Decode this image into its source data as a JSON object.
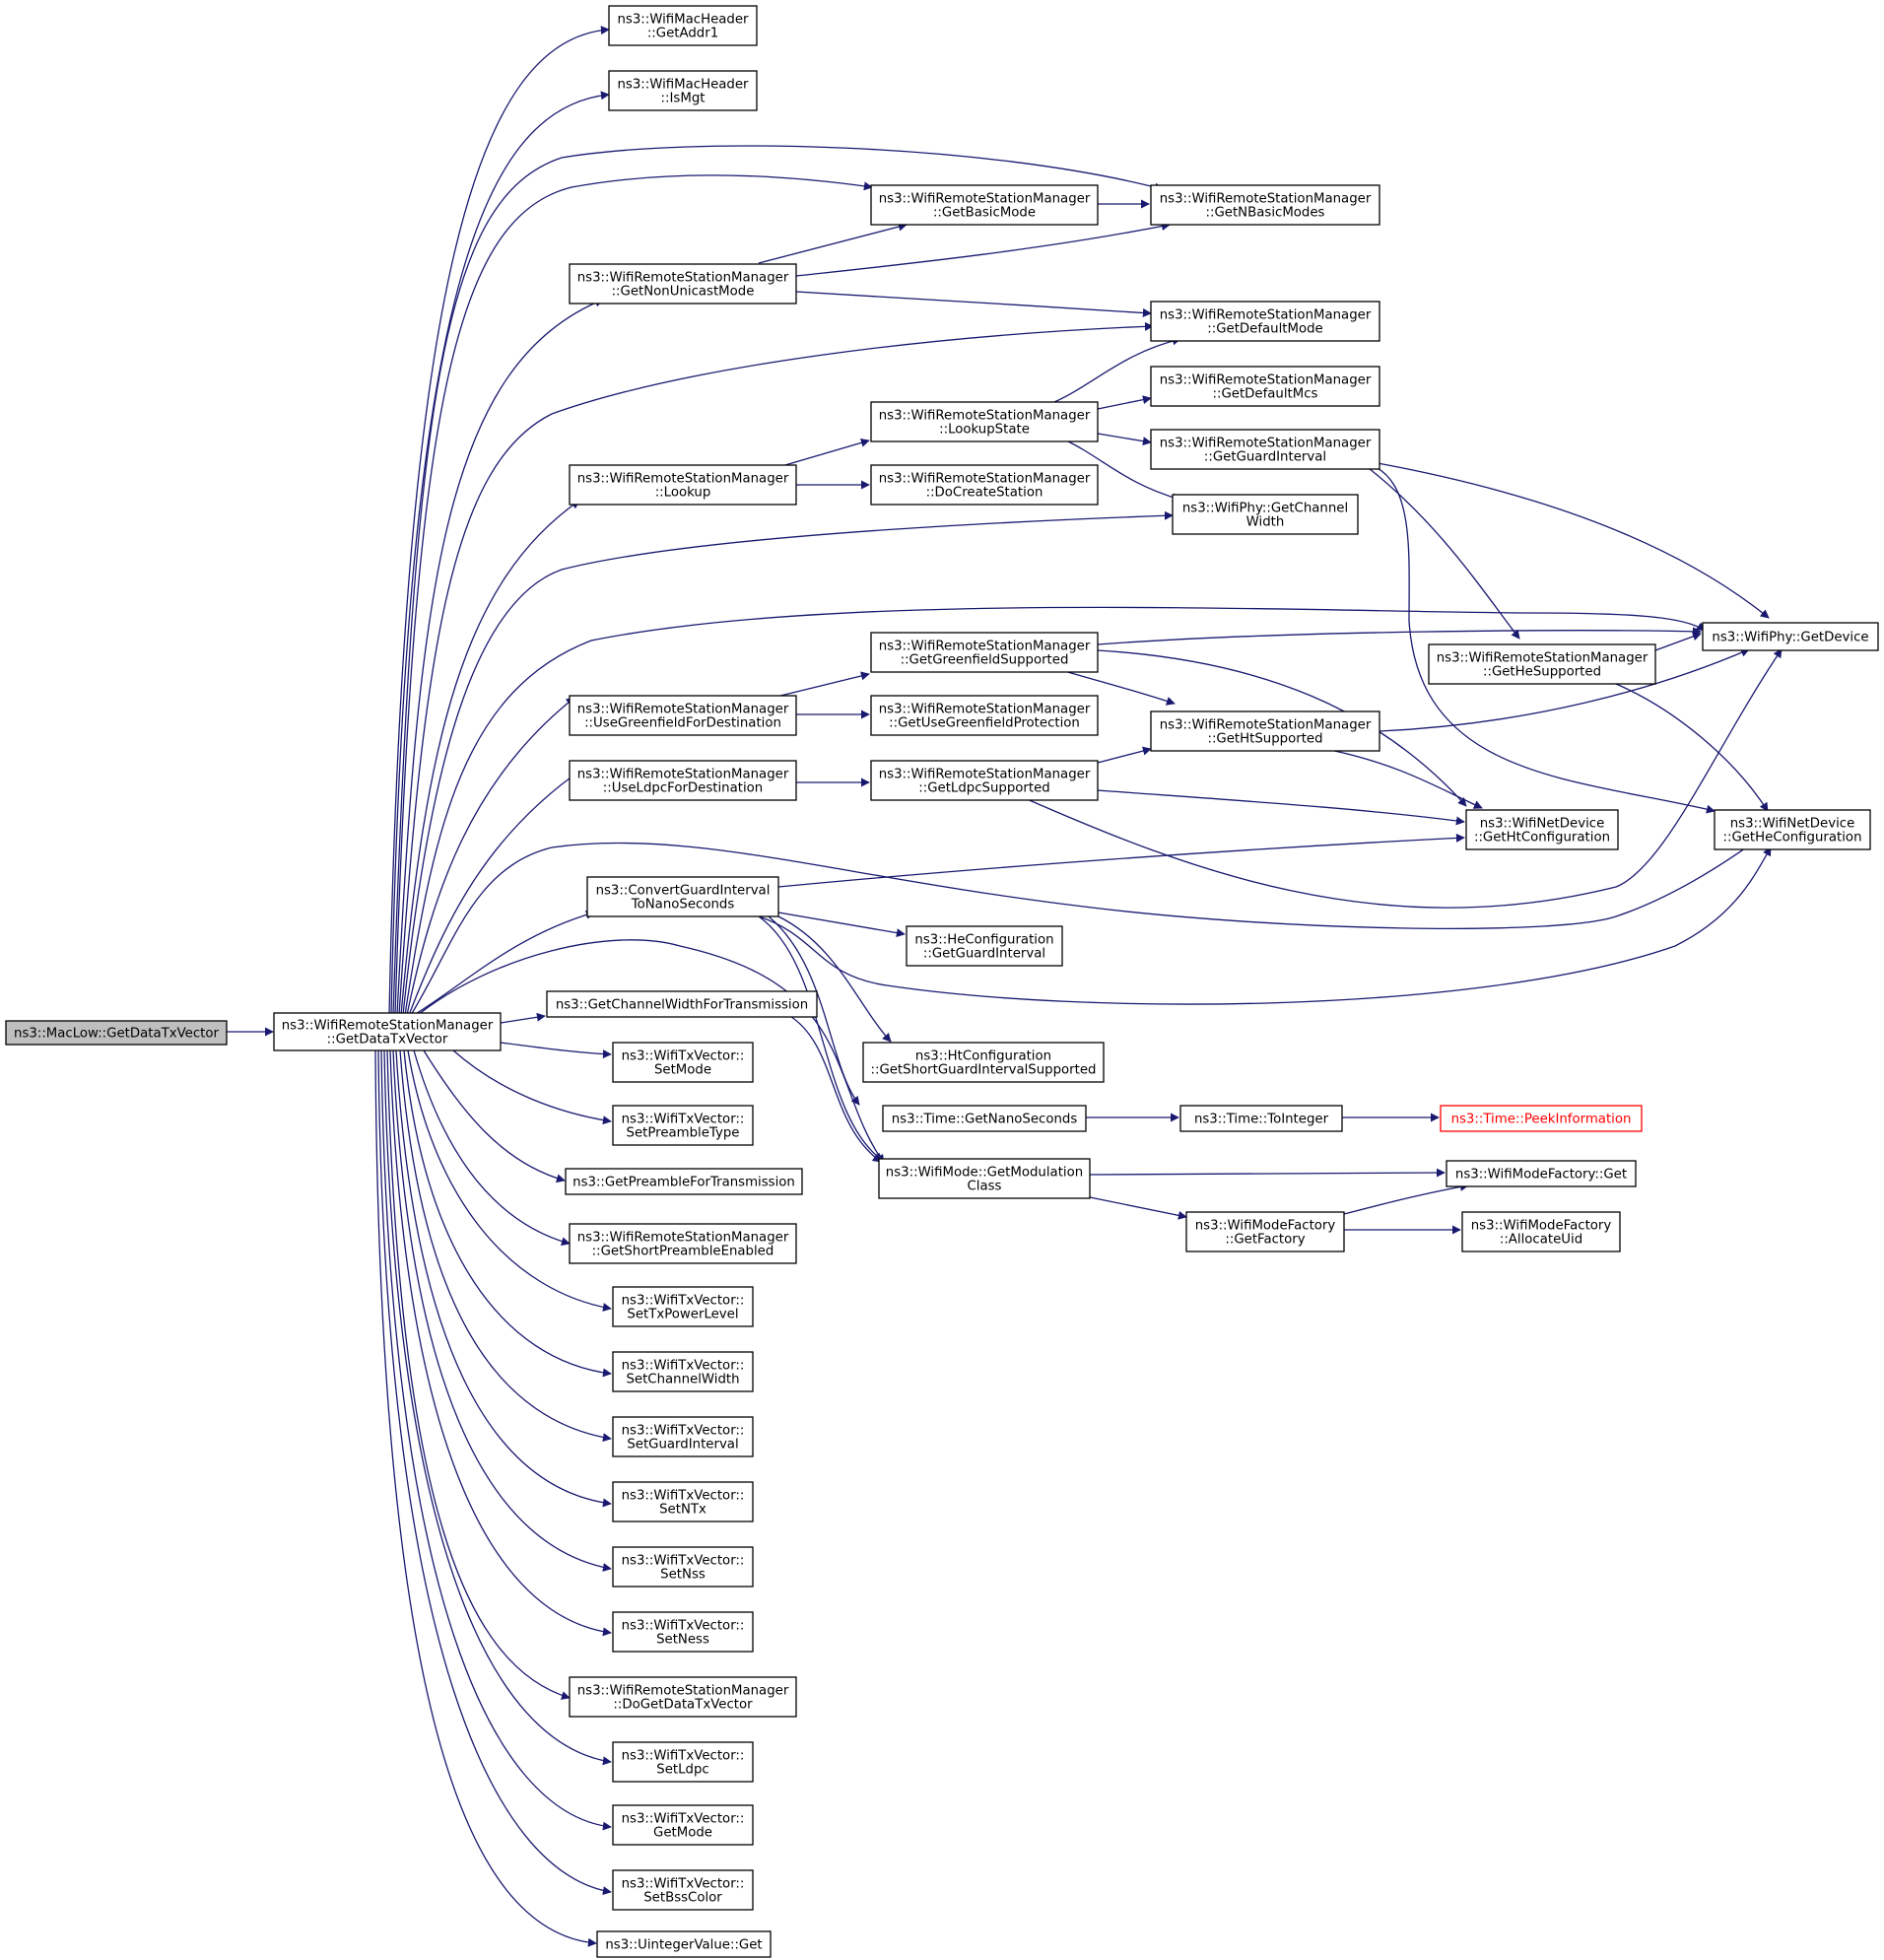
{
  "colors": {
    "edge": "#191970",
    "root_fill": "#bfbfbf",
    "truncated_border": "#ff0000"
  },
  "nodes": [
    {
      "id": "n_maclow",
      "lines": [
        "ns3::MacLow::GetDataTxVector"
      ],
      "style": "root"
    },
    {
      "id": "n_getdatatx",
      "lines": [
        "ns3::WifiRemoteStationManager",
        "::GetDataTxVector"
      ]
    },
    {
      "id": "n_addr1",
      "lines": [
        "ns3::WifiMacHeader",
        "::GetAddr1"
      ]
    },
    {
      "id": "n_ismgt",
      "lines": [
        "ns3::WifiMacHeader",
        "::IsMgt"
      ]
    },
    {
      "id": "n_basicmode",
      "lines": [
        "ns3::WifiRemoteStationManager",
        "::GetBasicMode"
      ]
    },
    {
      "id": "n_nbasic",
      "lines": [
        "ns3::WifiRemoteStationManager",
        "::GetNBasicModes"
      ]
    },
    {
      "id": "n_nonunicast",
      "lines": [
        "ns3::WifiRemoteStationManager",
        "::GetNonUnicastMode"
      ]
    },
    {
      "id": "n_defmode",
      "lines": [
        "ns3::WifiRemoteStationManager",
        "::GetDefaultMode"
      ]
    },
    {
      "id": "n_defmcs",
      "lines": [
        "ns3::WifiRemoteStationManager",
        "::GetDefaultMcs"
      ]
    },
    {
      "id": "n_lookupstate",
      "lines": [
        "ns3::WifiRemoteStationManager",
        "::LookupState"
      ]
    },
    {
      "id": "n_guard",
      "lines": [
        "ns3::WifiRemoteStationManager",
        "::GetGuardInterval"
      ]
    },
    {
      "id": "n_lookup",
      "lines": [
        "ns3::WifiRemoteStationManager",
        "::Lookup"
      ]
    },
    {
      "id": "n_docreate",
      "lines": [
        "ns3::WifiRemoteStationManager",
        "::DoCreateStation"
      ]
    },
    {
      "id": "n_chanwidth",
      "lines": [
        "ns3::WifiPhy::GetChannel",
        "Width"
      ]
    },
    {
      "id": "n_getdevice",
      "lines": [
        "ns3::WifiPhy::GetDevice"
      ]
    },
    {
      "id": "n_greenfield",
      "lines": [
        "ns3::WifiRemoteStationManager",
        "::GetGreenfieldSupported"
      ]
    },
    {
      "id": "n_hesupp",
      "lines": [
        "ns3::WifiRemoteStationManager",
        "::GetHeSupported"
      ]
    },
    {
      "id": "n_usegreen",
      "lines": [
        "ns3::WifiRemoteStationManager",
        "::UseGreenfieldForDestination"
      ]
    },
    {
      "id": "n_greenprot",
      "lines": [
        "ns3::WifiRemoteStationManager",
        "::GetUseGreenfieldProtection"
      ]
    },
    {
      "id": "n_htsupp",
      "lines": [
        "ns3::WifiRemoteStationManager",
        "::GetHtSupported"
      ]
    },
    {
      "id": "n_useldpc",
      "lines": [
        "ns3::WifiRemoteStationManager",
        "::UseLdpcForDestination"
      ]
    },
    {
      "id": "n_ldpcsupp",
      "lines": [
        "ns3::WifiRemoteStationManager",
        "::GetLdpcSupported"
      ]
    },
    {
      "id": "n_htconf",
      "lines": [
        "ns3::WifiNetDevice",
        "::GetHtConfiguration"
      ]
    },
    {
      "id": "n_heconf",
      "lines": [
        "ns3::WifiNetDevice",
        "::GetHeConfiguration"
      ]
    },
    {
      "id": "n_convgi",
      "lines": [
        "ns3::ConvertGuardInterval",
        "ToNanoSeconds"
      ]
    },
    {
      "id": "n_heguard",
      "lines": [
        "ns3::HeConfiguration",
        "::GetGuardInterval"
      ]
    },
    {
      "id": "n_chanwtx",
      "lines": [
        "ns3::GetChannelWidthForTransmission"
      ]
    },
    {
      "id": "n_shortgi",
      "lines": [
        "ns3::HtConfiguration",
        "::GetShortGuardIntervalSupported"
      ]
    },
    {
      "id": "n_setmode",
      "lines": [
        "ns3::WifiTxVector::",
        "SetMode"
      ]
    },
    {
      "id": "n_nanosec",
      "lines": [
        "ns3::Time::GetNanoSeconds"
      ]
    },
    {
      "id": "n_tointeger",
      "lines": [
        "ns3::Time::ToInteger"
      ]
    },
    {
      "id": "n_peekinfo",
      "lines": [
        "ns3::Time::PeekInformation"
      ],
      "style": "trunc"
    },
    {
      "id": "n_setpreamble",
      "lines": [
        "ns3::WifiTxVector::",
        "SetPreambleType"
      ]
    },
    {
      "id": "n_getpreamble",
      "lines": [
        "ns3::GetPreambleForTransmission"
      ]
    },
    {
      "id": "n_modclass",
      "lines": [
        "ns3::WifiMode::GetModulation",
        "Class"
      ]
    },
    {
      "id": "n_mfget",
      "lines": [
        "ns3::WifiModeFactory::Get"
      ]
    },
    {
      "id": "n_getfactory",
      "lines": [
        "ns3::WifiModeFactory",
        "::GetFactory"
      ]
    },
    {
      "id": "n_allocuid",
      "lines": [
        "ns3::WifiModeFactory",
        "::AllocateUid"
      ]
    },
    {
      "id": "n_shortpre",
      "lines": [
        "ns3::WifiRemoteStationManager",
        "::GetShortPreambleEnabled"
      ]
    },
    {
      "id": "n_settxpower",
      "lines": [
        "ns3::WifiTxVector::",
        "SetTxPowerLevel"
      ]
    },
    {
      "id": "n_setchanw",
      "lines": [
        "ns3::WifiTxVector::",
        "SetChannelWidth"
      ]
    },
    {
      "id": "n_setguard",
      "lines": [
        "ns3::WifiTxVector::",
        "SetGuardInterval"
      ]
    },
    {
      "id": "n_setntx",
      "lines": [
        "ns3::WifiTxVector::",
        "SetNTx"
      ]
    },
    {
      "id": "n_setnss",
      "lines": [
        "ns3::WifiTxVector::",
        "SetNss"
      ]
    },
    {
      "id": "n_setness",
      "lines": [
        "ns3::WifiTxVector::",
        "SetNess"
      ]
    },
    {
      "id": "n_dogetdata",
      "lines": [
        "ns3::WifiRemoteStationManager",
        "::DoGetDataTxVector"
      ]
    },
    {
      "id": "n_setldpc",
      "lines": [
        "ns3::WifiTxVector::",
        "SetLdpc"
      ]
    },
    {
      "id": "n_getmode",
      "lines": [
        "ns3::WifiTxVector::",
        "GetMode"
      ]
    },
    {
      "id": "n_setbss",
      "lines": [
        "ns3::WifiTxVector::",
        "SetBssColor"
      ]
    },
    {
      "id": "n_uintget",
      "lines": [
        "ns3::UintegerValue::Get"
      ]
    }
  ]
}
